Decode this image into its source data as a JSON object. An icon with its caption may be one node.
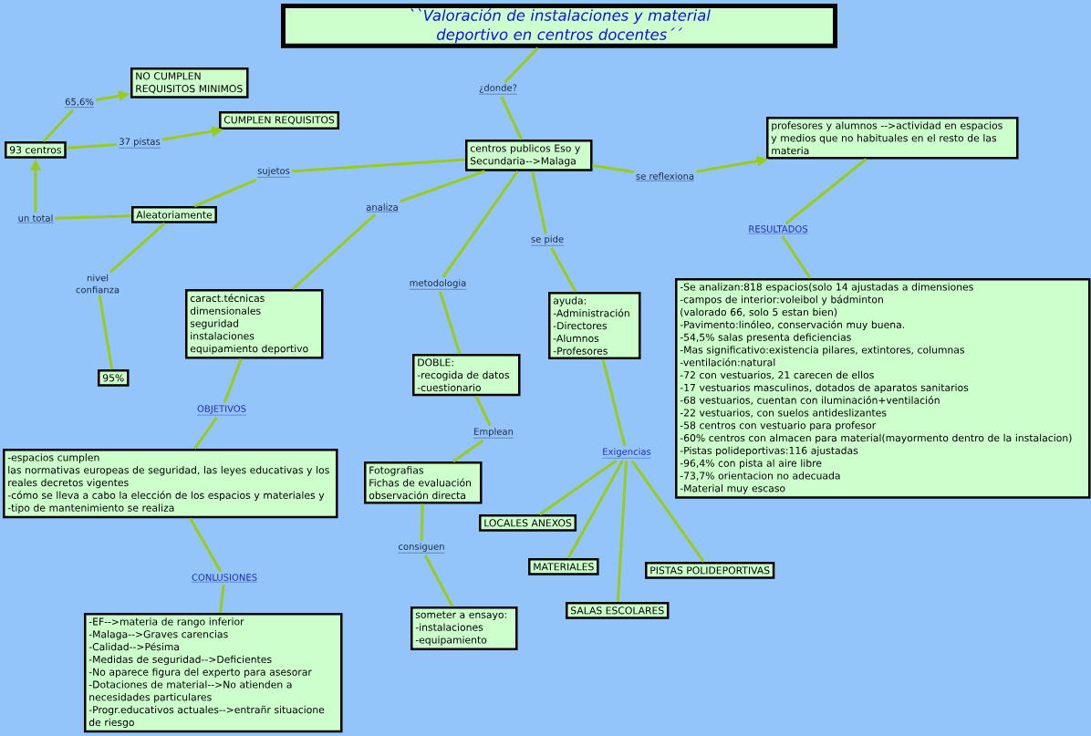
{
  "diagram": {
    "nodes": [
      {
        "text": [
          "``Valoración de instalaciones y material deportivo en centros docentes´´"
        ]
      },
      {
        "text": [
          "¿donde?"
        ]
      },
      {
        "text": [
          "centros publicos Eso y Secundaria-->Malaga"
        ]
      },
      {
        "text": [
          "se reflexiona"
        ]
      },
      {
        "text": [
          "profesores y alumnos -->actividad en espacios y medios que no habituales en el resto de las materia"
        ]
      },
      {
        "text": [
          "RESULTADOS"
        ]
      },
      {
        "text": [
          "-Se analizan:818 espacios(solo 14 ajustadas a dimensiones",
          "-campos de interior:voleibol y bádminton",
          "(valorado 66, solo 5 estan bien)",
          "-Pavimento:linóleo, conservación muy buena.",
          "-54,5% salas presenta deficiencias",
          "-Mas significativo:existencia pilares, extintores, columnas",
          "-ventilación:natural",
          "-72 con vestuarios, 21 carecen de ellos",
          "-17 vestuarios masculinos, dotados de aparatos sanitarios",
          "-68 vestuarios, cuentan con iluminación+ventilación",
          "-22 vestuarios, con suelos antideslizantes",
          "-58 centros con vestuario para profesor",
          "-60% centros con almacen para material(mayormento dentro de la instalacion)",
          "-Pistas polideportivas:116 ajustadas",
          "-96,4% con pista al aire libre",
          "-73,7% orientacion no adecuada",
          "-Material muy escaso"
        ]
      },
      {
        "text": [
          "sujetos"
        ]
      },
      {
        "text": [
          "Aleatoriamente"
        ]
      },
      {
        "text": [
          "un total"
        ]
      },
      {
        "text": [
          "93 centros"
        ]
      },
      {
        "text": [
          "65,6%"
        ]
      },
      {
        "text": [
          "NO CUMPLEN REQUISITOS MINIMOS"
        ]
      },
      {
        "text": [
          "37 pistas"
        ]
      },
      {
        "text": [
          "CUMPLEN REQUISITOS"
        ]
      },
      {
        "text": [
          "nivel confianza"
        ]
      },
      {
        "text": [
          "95%"
        ]
      },
      {
        "text": [
          "analiza"
        ]
      },
      {
        "text": [
          "caract.técnicas",
          "dimensionales",
          "seguridad",
          "instalaciones",
          "equipamiento deportivo"
        ]
      },
      {
        "text": [
          "OBJETIVOS"
        ]
      },
      {
        "text": [
          "-espacios cumplen",
          "las normativas europeas de seguridad, las leyes educativas y los reales decretos vigentes",
          "-cómo se lleva a cabo la elección de los espacios y materiales y",
          "-tipo de mantenimiento se realiza"
        ]
      },
      {
        "text": [
          "CONLUSIONES"
        ]
      },
      {
        "text": [
          "-EF-->materia de rango inferior",
          "-Malaga-->Graves carencias",
          "-Calidad-->Pésima",
          "-Medidas de seguridad-->Deficientes",
          "-No aparece figura del experto para asesorar",
          "-Dotaciones de material-->No atienden a necesidades particulares",
          "-Progr.educativos actuales-->entrañr situacione de riesgo"
        ]
      },
      {
        "text": [
          "metodologia"
        ]
      },
      {
        "text": [
          "DOBLE:",
          "-recogida de datos",
          "-cuestionario"
        ]
      },
      {
        "text": [
          "Emplean"
        ]
      },
      {
        "text": [
          "Fotografias",
          "Fichas de evaluación",
          "observación directa"
        ]
      },
      {
        "text": [
          "consiguen"
        ]
      },
      {
        "text": [
          "someter a ensayo:",
          "-instalaciones",
          "-equipamiento"
        ]
      },
      {
        "text": [
          "se pide"
        ]
      },
      {
        "text": [
          "ayuda:",
          "-Administración",
          "-Directores",
          "-Alumnos",
          "-Profesores"
        ]
      },
      {
        "text": [
          "Exigencias"
        ]
      },
      {
        "text": [
          "LOCALES ANEXOS"
        ]
      },
      {
        "text": [
          "MATERIALES"
        ]
      },
      {
        "text": [
          "SALAS ESCOLARES"
        ]
      },
      {
        "text": [
          "PISTAS POLIDEPORTIVAS"
        ]
      }
    ],
    "edges": [
      {
        "from": 0,
        "to": 1,
        "arrow": "none"
      },
      {
        "from": 1,
        "to": 2,
        "arrow": "none"
      },
      {
        "from": 2,
        "to": 3,
        "arrow": "none"
      },
      {
        "from": 3,
        "to": 4,
        "arrow": "to"
      },
      {
        "from": 4,
        "to": 5,
        "arrow": "none"
      },
      {
        "from": 5,
        "to": 6,
        "arrow": "none"
      },
      {
        "from": 2,
        "to": 7,
        "arrow": "none"
      },
      {
        "from": 7,
        "to": 8,
        "arrow": "none"
      },
      {
        "from": 8,
        "to": 9,
        "arrow": "none"
      },
      {
        "from": 9,
        "to": 10,
        "arrow": "to"
      },
      {
        "from": 10,
        "to": 11,
        "arrow": "none"
      },
      {
        "from": 11,
        "to": 12,
        "arrow": "to"
      },
      {
        "from": 10,
        "to": 13,
        "arrow": "none"
      },
      {
        "from": 13,
        "to": 14,
        "arrow": "to"
      },
      {
        "from": 8,
        "to": 15,
        "arrow": "none"
      },
      {
        "from": 15,
        "to": 16,
        "arrow": "none"
      },
      {
        "from": 2,
        "to": 17,
        "arrow": "none"
      },
      {
        "from": 17,
        "to": 18,
        "arrow": "none"
      },
      {
        "from": 18,
        "to": 19,
        "arrow": "none"
      },
      {
        "from": 19,
        "to": 20,
        "arrow": "none"
      },
      {
        "from": 20,
        "to": 21,
        "arrow": "none"
      },
      {
        "from": 21,
        "to": 22,
        "arrow": "none"
      },
      {
        "from": 2,
        "to": 23,
        "arrow": "none"
      },
      {
        "from": 23,
        "to": 24,
        "arrow": "none"
      },
      {
        "from": 24,
        "to": 25,
        "arrow": "none"
      },
      {
        "from": 25,
        "to": 26,
        "arrow": "none"
      },
      {
        "from": 26,
        "to": 27,
        "arrow": "none"
      },
      {
        "from": 27,
        "to": 28,
        "arrow": "none"
      },
      {
        "from": 2,
        "to": 29,
        "arrow": "none"
      },
      {
        "from": 29,
        "to": 30,
        "arrow": "none"
      },
      {
        "from": 30,
        "to": 31,
        "arrow": "none"
      },
      {
        "from": 31,
        "to": 32,
        "arrow": "none"
      },
      {
        "from": 31,
        "to": 33,
        "arrow": "none"
      },
      {
        "from": 31,
        "to": 34,
        "arrow": "none"
      },
      {
        "from": 31,
        "to": 35,
        "arrow": "none"
      }
    ]
  }
}
